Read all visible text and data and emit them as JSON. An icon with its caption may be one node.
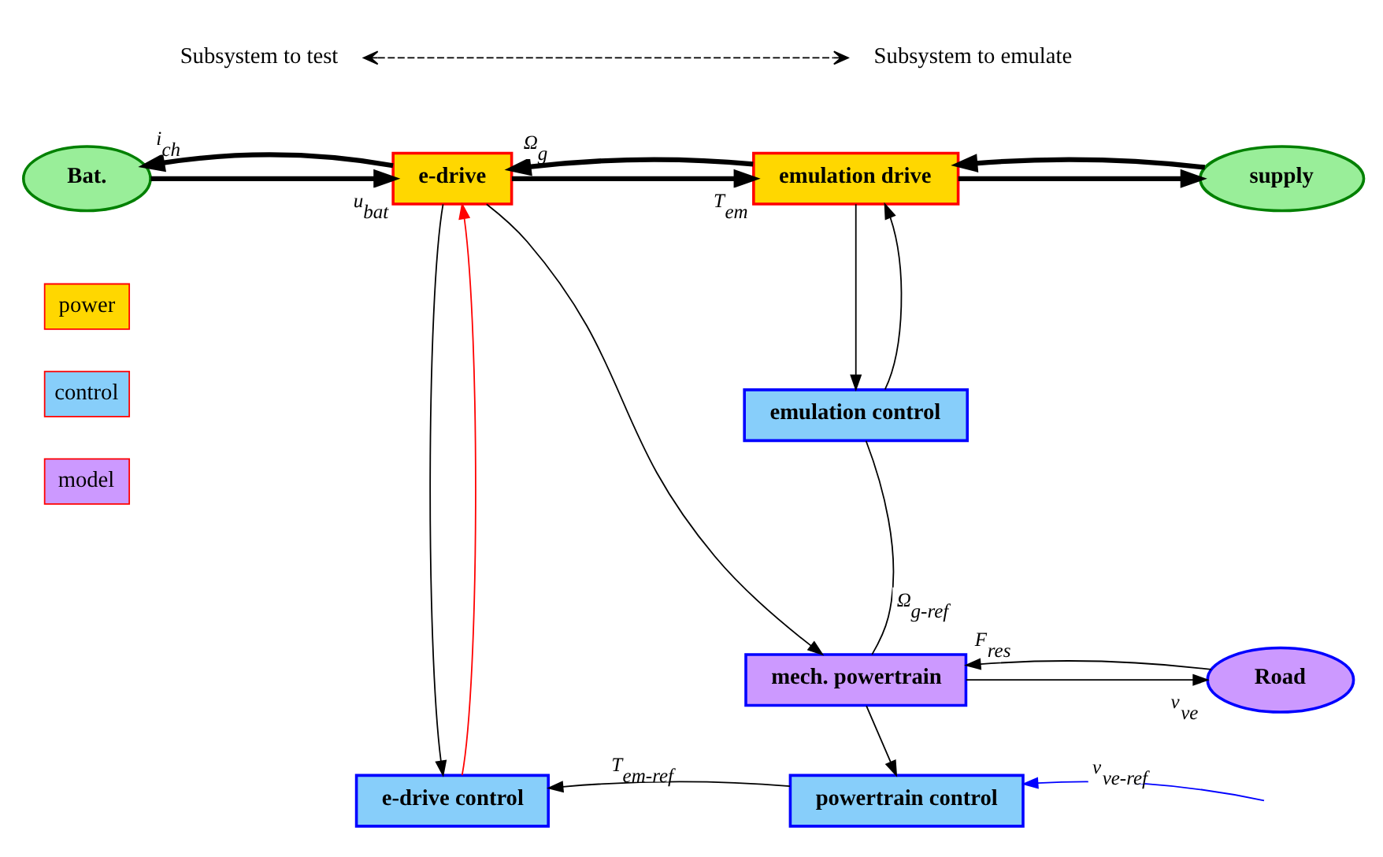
{
  "diagram": {
    "nodes": [
      {
        "text": [
          "Bat."
        ]
      },
      {
        "text": [
          "e-drive"
        ]
      },
      {
        "text": [
          "emulation drive"
        ]
      },
      {
        "text": [
          "supply"
        ]
      },
      {
        "text": [
          "emulation control"
        ]
      },
      {
        "text": [
          "mech. powertrain"
        ]
      },
      {
        "text": [
          "Road"
        ]
      },
      {
        "text": [
          "powertrain control"
        ]
      },
      {
        "text": [
          "e-drive control"
        ]
      }
    ],
    "edges": [
      {
        "from": 0,
        "to": 1,
        "arrow": "to",
        "label": "u$_{bat}$",
        "style": "thick"
      },
      {
        "from": 1,
        "to": 0,
        "arrow": "to",
        "label": "i$_{ch}$",
        "style": "thick"
      },
      {
        "from": 1,
        "to": 2,
        "arrow": "to",
        "label": "T$_{em}$",
        "style": "thick"
      },
      {
        "from": 2,
        "to": 1,
        "arrow": "to",
        "label": "Ω$_{g}$",
        "style": "thick"
      },
      {
        "from": 2,
        "to": 3,
        "arrow": "to",
        "style": "thick"
      },
      {
        "from": 3,
        "to": 2,
        "arrow": "to",
        "style": "thick"
      },
      {
        "from": 2,
        "to": 4,
        "arrow": "to"
      },
      {
        "from": 4,
        "to": 2,
        "arrow": "to"
      },
      {
        "from": 1,
        "to": 5,
        "arrow": "to"
      },
      {
        "from": 5,
        "to": 4,
        "arrow": "none",
        "label": "Ω$_{g-ref}$"
      },
      {
        "from": 5,
        "to": 6,
        "arrow": "to",
        "label": "v$_{ve}$"
      },
      {
        "from": 6,
        "to": 5,
        "arrow": "to",
        "label": "F$_{res}$"
      },
      {
        "from": 5,
        "to": 7,
        "arrow": "to"
      },
      {
        "from": 7,
        "to": 8,
        "arrow": "to",
        "label": "T$_{em-ref}$"
      },
      {
        "from": 1,
        "to": 8,
        "arrow": "to"
      },
      {
        "from": 8,
        "to": 1,
        "arrow": "to",
        "color": "#ff0000"
      },
      {
        "from": null,
        "to": 7,
        "arrow": "to",
        "label": "v$_{ve-ref}$",
        "color": "#0000ff"
      }
    ],
    "labels": [
      "Subsystem to test",
      "Subsystem to emulate"
    ],
    "legend": [
      {
        "text": "power",
        "color": "#ffd700"
      },
      {
        "text": "control",
        "color": "#87cefa"
      },
      {
        "text": "model",
        "color": "#cc99ff"
      }
    ]
  }
}
